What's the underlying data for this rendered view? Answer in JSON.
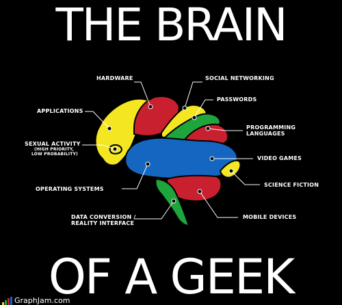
{
  "title_top": "THE BRAIN",
  "title_bottom": "OF A GEEK",
  "labels": {
    "hardware": "HARDWARE",
    "social_networking": "SOCIAL NETWORKING",
    "passwords": "PASSWORDS",
    "applications": "APPLICATIONS",
    "programming_languages": [
      "PROGRAMMING",
      "LANGUAGES"
    ],
    "sexual_activity": "SEXUAL ACTIVITY",
    "sexual_activity_sub": [
      "(HIGH PRIORITY,",
      "LOW PROBABILITY)"
    ],
    "video_games": "VIDEO GAMES",
    "operating_systems": "OPERATING SYSTEMS",
    "science_fiction": "SCIENCE FICTION",
    "data_conversion": [
      "DATA CONVERSION /",
      "REALITY INTERFACE"
    ],
    "mobile_devices": "MOBILE DEVICES"
  },
  "watermark": "GraphJam.com",
  "colors": {
    "background": "#000000",
    "text": "#ffffff",
    "yellow": "#f4e620",
    "red": "#c8202e",
    "green": "#1ea53c",
    "blue": "#1466c0",
    "brain_outline": "#000000"
  }
}
